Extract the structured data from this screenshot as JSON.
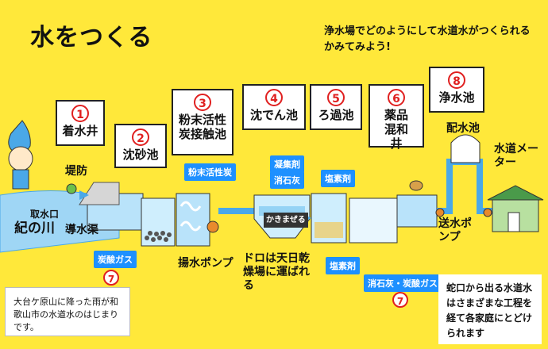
{
  "title": "水をつくる",
  "intro": "浄水場でどのようにして水道水がつくられるかみてみよう!",
  "stages": [
    {
      "number": "1",
      "label": "着水井"
    },
    {
      "number": "2",
      "label": "沈砂池"
    },
    {
      "number": "3",
      "label": "粉末活性炭接触池"
    },
    {
      "number": "4",
      "label": "沈でん池"
    },
    {
      "number": "5",
      "label": "ろ過池"
    },
    {
      "number": "6",
      "label": "薬品混和井"
    },
    {
      "number": "8",
      "label": "浄水池"
    }
  ],
  "labels": {
    "teibo": "堤防",
    "shusuiguchi": "取水口",
    "kinokawa": "紀の川",
    "dousuikyo": "導水渠",
    "yousui_pump": "揚水ポンプ",
    "haisuichi": "配水池",
    "suidou_meter": "水道メーター",
    "sousui_pump": "送水ポンプ",
    "kakimazeru": "かきまぜる",
    "doro": "ドロは天日乾燥場に運ばれる"
  },
  "chemicals": {
    "tansan_gas": "炭酸ガス",
    "funmatsu_kasseitan": "粉末活性炭",
    "gyoushuzai": "凝集剤",
    "shousekkai": "消石灰",
    "ensozai_top": "塩素剤",
    "ensozai_bottom": "塩素剤",
    "shousekkai_tansan": "消石灰・炭酸ガス"
  },
  "badges": {
    "left": "7",
    "right": "7"
  },
  "notes": {
    "left": "大台ケ原山に降った雨が和歌山市の水道水のはじまりです。",
    "right": "蛇口から出る水道水はさまざまな工程を経て各家庭にとどけられます"
  },
  "colors": {
    "background": "#ffe83a",
    "water": "#6ec1f0",
    "pipe": "#4aa8e8",
    "chem_box": "#1e90ff",
    "accent": "#e02020"
  }
}
